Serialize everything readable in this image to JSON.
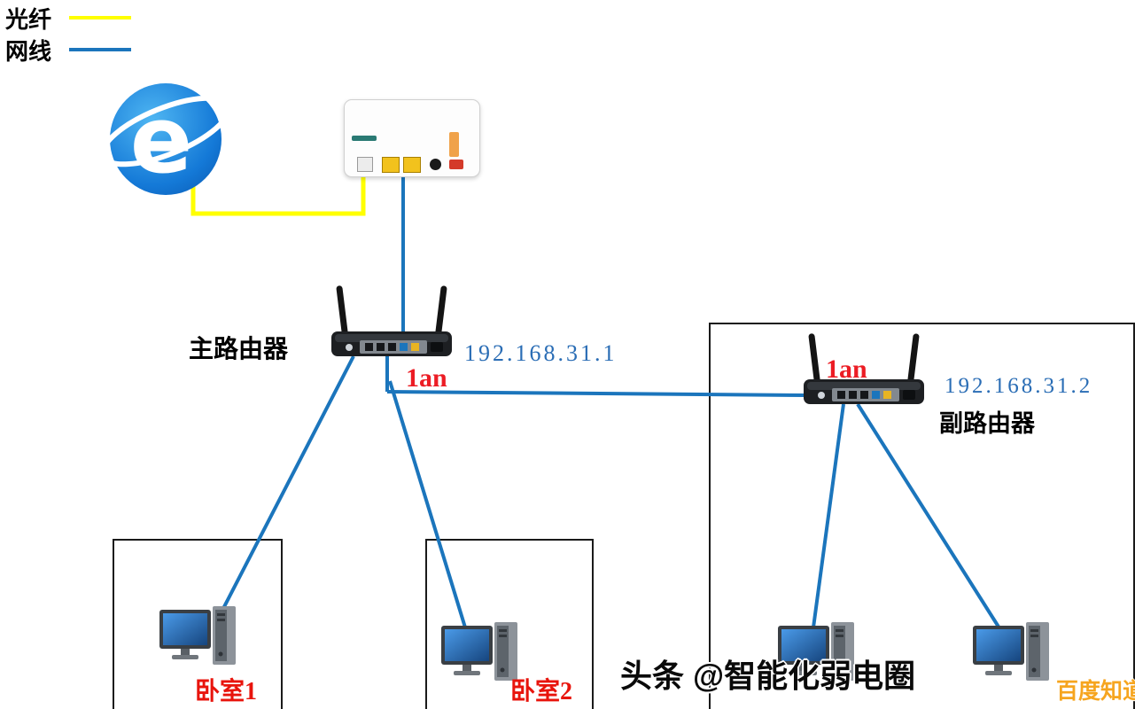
{
  "legend": {
    "items": [
      {
        "label": "光纤"
      },
      {
        "label": "网线"
      }
    ]
  },
  "internet": {
    "letter": "e"
  },
  "main_router": {
    "label": "主路由器",
    "ip": "192.168.31.1",
    "port_label": "1an"
  },
  "sub_router": {
    "label": "副路由器",
    "ip": "192.168.31.2",
    "port_label": "1an"
  },
  "rooms": [
    {
      "label": "卧室1"
    },
    {
      "label": "卧室2"
    }
  ],
  "watermark": {
    "headline": "头条 @智能化弱电圈",
    "badge": "百度知道"
  },
  "colors": {
    "fiber": "#ffff00",
    "cable": "#1b75bc",
    "highlight_red": "#ec1c24",
    "ip_blue": "#2a6db5"
  }
}
